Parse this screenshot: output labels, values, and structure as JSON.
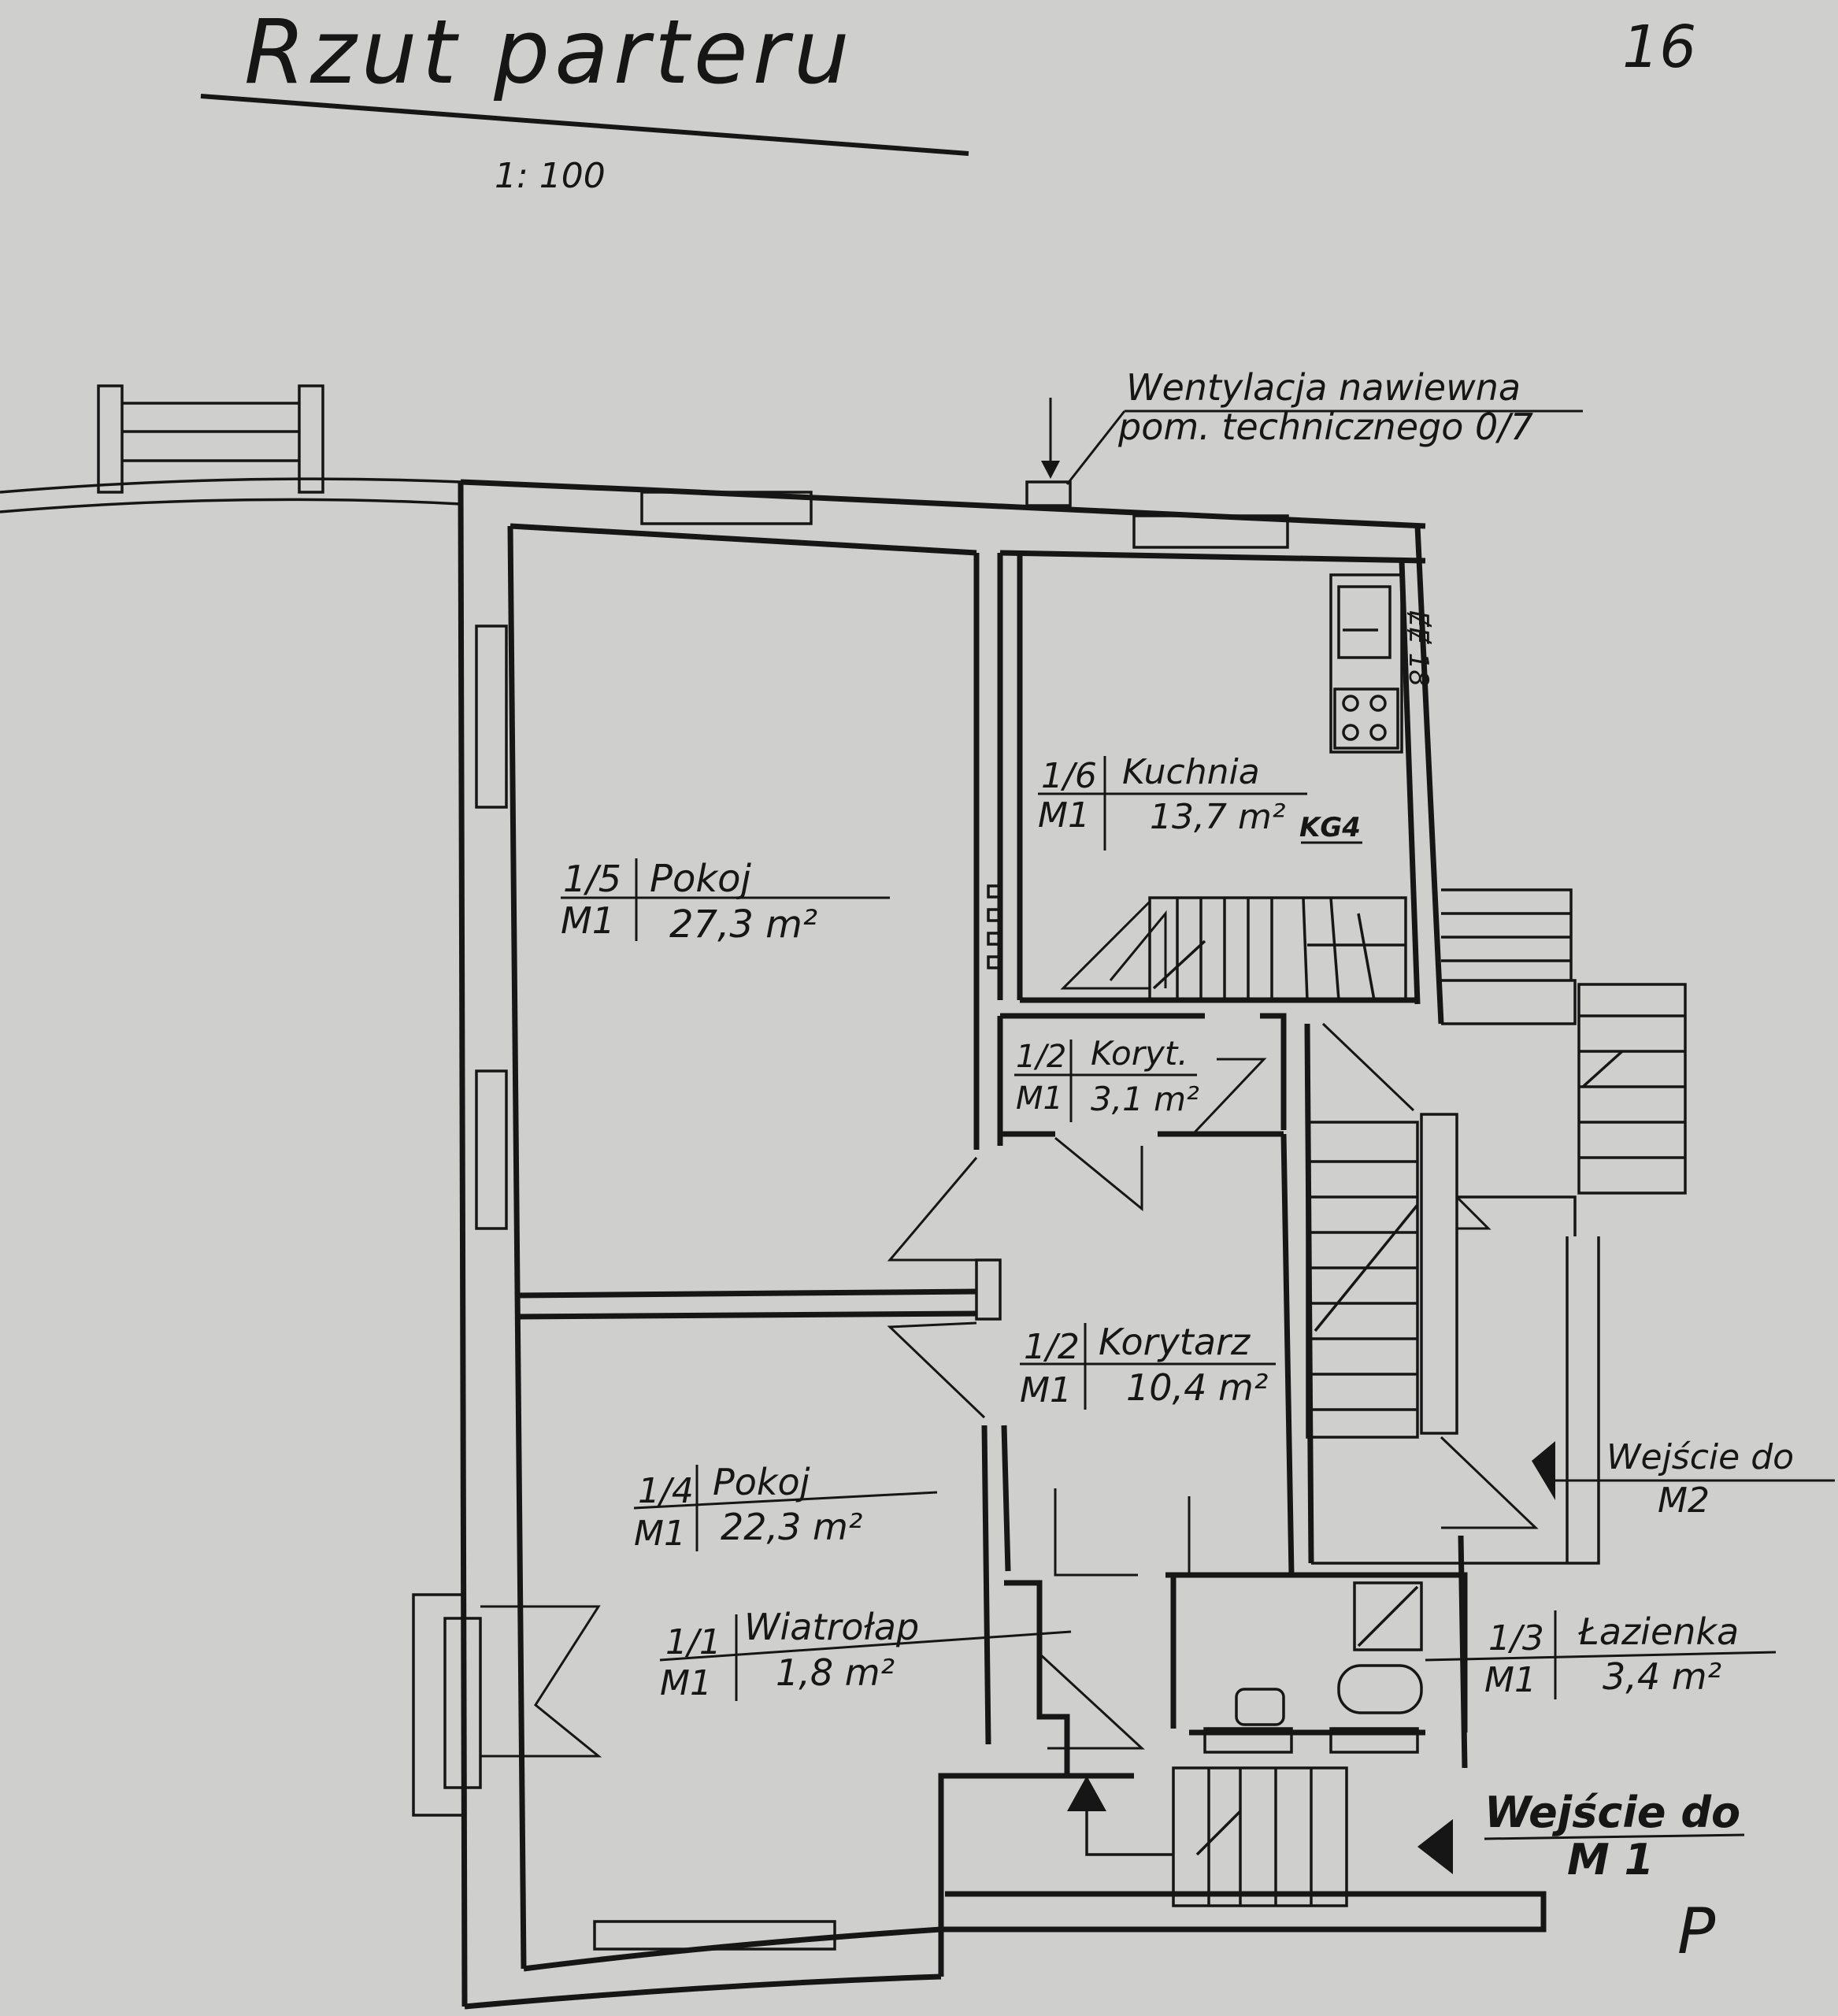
{
  "title": "Rzut parteru",
  "scale": "1: 100",
  "page_number": "16",
  "ventilation_note": {
    "line1": "Wentylacja nawiewna",
    "line2": "pom. technicznego 0/7"
  },
  "rooms": [
    {
      "id": "1/5",
      "unit": "M1",
      "name": "Pokoj",
      "area": "27,3 m²"
    },
    {
      "id": "1/6",
      "unit": "M1",
      "name": "Kuchnia",
      "area": "13,7 m²"
    },
    {
      "id": "1/2",
      "unit": "M1",
      "name": "Koryt.",
      "area": "3,1 m²"
    },
    {
      "id": "1/2",
      "unit": "M1",
      "name": "Korytarz",
      "area": "10,4 m²"
    },
    {
      "id": "1/4",
      "unit": "M1",
      "name": "Pokoj",
      "area": "22,3 m²"
    },
    {
      "id": "1/1",
      "unit": "M1",
      "name": "Wiatrołap",
      "area": "1,8 m²"
    },
    {
      "id": "1/3",
      "unit": "M1",
      "name": "Łazienka",
      "area": "3,4 m²"
    }
  ],
  "kitchen_tag": "KG4",
  "kitchen_wall_label": "ɆɆ 18",
  "entrances": [
    {
      "line1": "Wejście do",
      "line2": "M2"
    },
    {
      "line1": "Wejście do",
      "line2": "M 1"
    }
  ],
  "corner_mark": "Ρ"
}
